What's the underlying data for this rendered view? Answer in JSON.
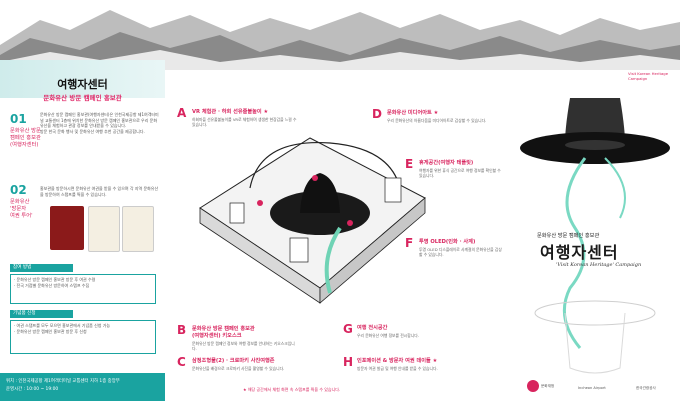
{
  "title": "여행자센터",
  "subtitle": "문화유산 방문 캠페인 홍보관",
  "left": {
    "s1": {
      "num": "01",
      "label": "문화유산 방문\n캠페인 홍보관\n(여행자센터)",
      "text": "문화유산 방문 캠페인 홍보관(여행자센터)은 인천국제공항 제1여객터미널 교통센터 1층에 위치한 문화유산 방문 캠페인 홍보관으로 우리 문화유산을 체험하고 관광 정보를 안내받을 수 있습니다.\n방문 한국 문화 행사 및 문화유산 여행 추천 공간을 제공합니다."
    },
    "s2": {
      "num": "02",
      "label": "문화유산\n'방문자\n여권 투어'",
      "text": "홍보관을 방문하시면 문화유산 여권을 받을 수 있으며 각 지역 문화유산을 방문하여 스탬프를 찍을 수 있습니다."
    },
    "box1": {
      "head": "참여 방법",
      "body": "· 문화유산 방문 캠페인 홍보관 방문 후 여권 수령\n· 전국 거점별 문화유산 방문하여 스탬프 수집"
    },
    "box2": {
      "head": "기념품 신청",
      "body": "· 여권 스탬프를 모두 모으면 홍보관에서 기념품 신청 가능\n· 문화유산 방문 캠페인 홍보관 방문 후 신청"
    },
    "footer": {
      "location": "위치 : 인천국제공항 제1여객터미널 교통센터 지하 1층 중앙부",
      "hours": "운영시간 : 10:00 ~ 19:00"
    }
  },
  "sections": [
    {
      "letter": "A",
      "title": "VR 체험관 · 하회 선유줄불놀이 ★",
      "text": "하회마을 선유줄불놀이를 VR로 체험하며 생생한 현장감을 느낄 수 있습니다."
    },
    {
      "letter": "B",
      "title": "문화유산 방문 캠페인 홍보관\n(여행자센터) 키오스크",
      "text": "문화유산 방문 캠페인 정보와 여행 정보를 안내하는 키오스크입니다."
    },
    {
      "letter": "C",
      "title": "삼정조형물(2) · 크로마키 사진여행존",
      "text": "문화유산을 배경으로 크로마키 사진을 촬영할 수 있습니다."
    },
    {
      "letter": "D",
      "title": "문화유산 미디어아트 ★",
      "text": "우리 문화유산의 아름다움을 미디어아트로 감상할 수 있습니다."
    },
    {
      "letter": "E",
      "title": "휴게공간(여행자 테플릿)",
      "text": "여행자를 위한 휴식 공간으로 여행 정보를 확인할 수 있습니다."
    },
    {
      "letter": "F",
      "title": "투명 OLED(인화 · 사계)",
      "text": "투명 OLED 디스플레이로 사계절의 문화유산을 감상할 수 있습니다."
    },
    {
      "letter": "G",
      "title": "여행 전시공간",
      "text": "우리 문화유산 여행 정보를 전시합니다."
    },
    {
      "letter": "H",
      "title": "인포메이션 & 방문자 여권 데이들 ★",
      "text": "방문자 여권 발급 및 여행 안내를 받을 수 있습니다."
    }
  ],
  "notice": "★ 해당 공간에서 체험 화면 속 스탬프를 찍을 수 있습니다.",
  "right": {
    "sub": "문화유산 방문 캠페인 홍보관",
    "title": "여행자센터",
    "eng": "'Visit Korean Heritage' Campaign",
    "badge": "Visit Korean Heritage Campaign"
  },
  "logos": [
    "문화재청",
    "Incheon Airport",
    "한국관광공사"
  ],
  "colors": {
    "teal": "#1aa3a0",
    "pink": "#d8245e",
    "dark": "#1a1a1a"
  }
}
